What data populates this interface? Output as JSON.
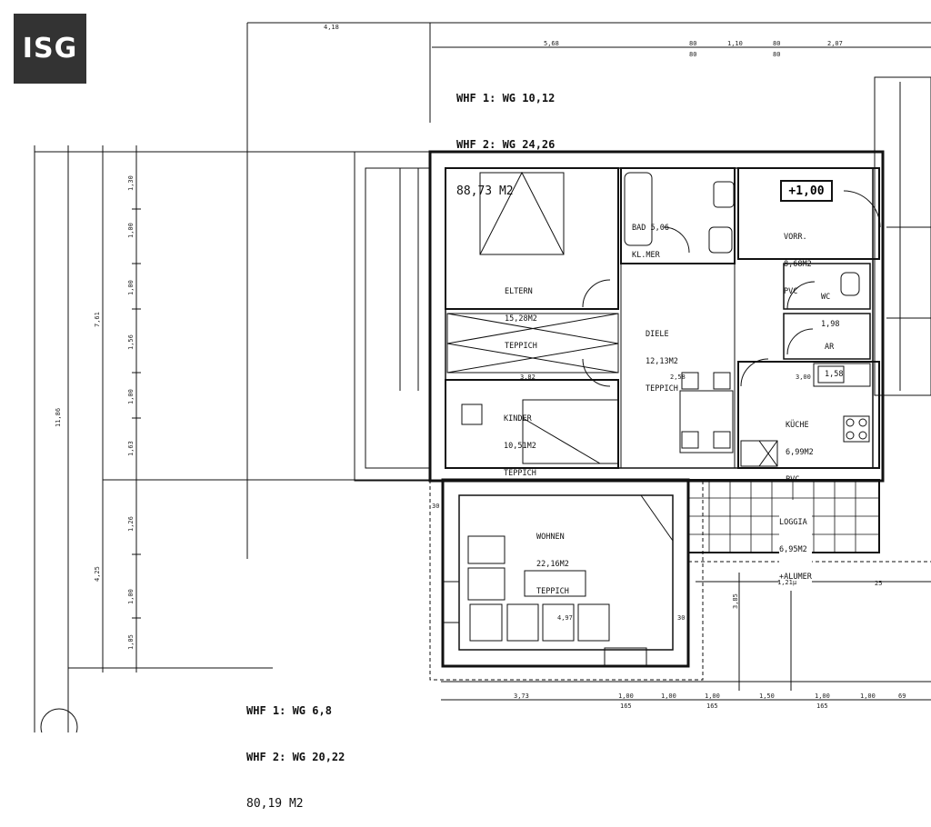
{
  "logo": {
    "text": "ISG"
  },
  "upper_unit": {
    "line1": "WHF 1: WG 10,12",
    "line2": "WHF 2: WG 24,26",
    "area": "88,73 M2"
  },
  "lower_unit": {
    "line1": "WHF 1: WG 6,8",
    "line2": "WHF 2: WG 20,22",
    "area": "80,19 M2"
  },
  "level_marker": "+1,00",
  "rooms": {
    "eltern": {
      "name": "ELTERN",
      "area": "15,28M2",
      "floor": "TEPPICH"
    },
    "bad": {
      "name": "BAD 5,06",
      "sub": "KL.MER"
    },
    "vorr": {
      "name": "VORR.",
      "area": "8,68M2",
      "floor": "PVC"
    },
    "diele": {
      "name": "DIELE",
      "area": "12,13M2",
      "floor": "TEPPICH"
    },
    "wc": {
      "name": "WC",
      "area": "1,98"
    },
    "ar": {
      "name": "AR",
      "area": "1,58"
    },
    "kinder": {
      "name": "KINDER",
      "area": "10,51M2",
      "floor": "TEPPICH"
    },
    "kueche": {
      "name": "KÜCHE",
      "area": "6,99M2",
      "floor": "PVC"
    },
    "wohnen": {
      "name": "WOHNEN",
      "area": "22,16M2",
      "floor": "TEPPICH"
    },
    "loggia": {
      "name": "LOGGIA",
      "area": "6,95M2",
      "sub": "+ALUMER"
    }
  },
  "dims": {
    "top_total": "4,18",
    "top_a": "5,68",
    "top_b": "80",
    "top_c": "1,10",
    "top_d": "80",
    "top_e": "2,07",
    "top_b2": "80",
    "top_d2": "80",
    "left_total": "11,86",
    "left_a": "7,61",
    "left_b": "4,25",
    "left_1": "1,30",
    "left_2": "1,00",
    "left_3": "1,00",
    "left_4": "1,56",
    "left_5": "1,00",
    "left_6": "1,63",
    "left_7": "1,26",
    "left_8": "1,00",
    "left_9": "1,05",
    "bottom_a": "3,73",
    "bottom_b": "1,00",
    "bottom_c": "1,00",
    "bottom_d": "1,00",
    "bottom_e": "1,50",
    "bottom_f": "1,00",
    "bottom_g": "1,00",
    "bottom_h": "69",
    "bottom_s1": "165",
    "bottom_s2": "165",
    "bottom_s3": "165",
    "inner_382": "3,82",
    "inner_258": "2,58",
    "inner_300": "3,00",
    "inner_497": "4,97",
    "inner_30a": "30",
    "inner_30b": "30",
    "inner_25": "25",
    "inner_385": "3,85",
    "inner_215": "1,21µ"
  }
}
